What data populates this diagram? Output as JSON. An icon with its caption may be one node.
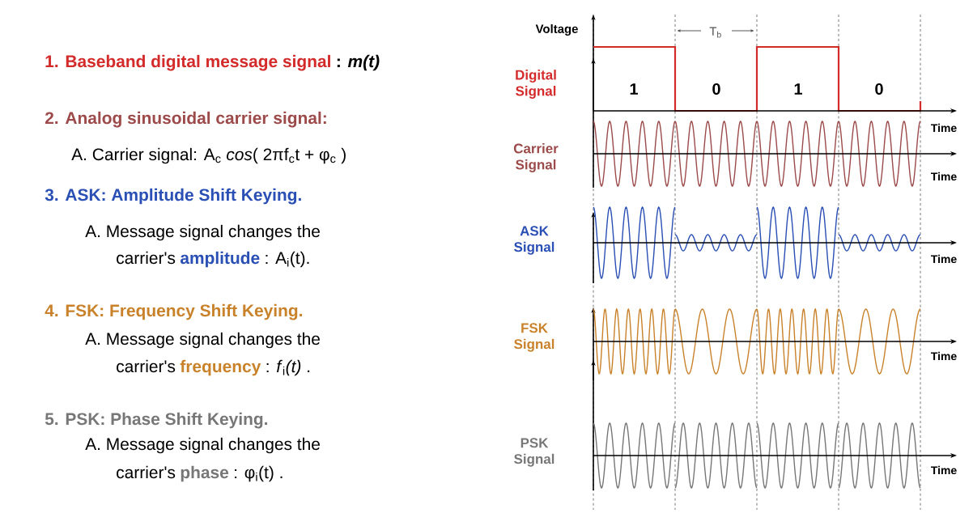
{
  "diagram": {
    "labels": [
      "1. Baseband digital message signal",
      ": *m(t)*",
      "2. Analog sinusoidal carrier signal:",
      "A. Carrier signal: A$_{c}$ *cos*( 2πf$_{c}$t + φ$_{c}$ )",
      "3. ASK: Amplitude Shift Keying.",
      "A. Message signal changes the",
      "carrier's",
      "amplitude",
      ": A$_{i}$(t).",
      "4. FSK: Frequency Shift Keying.",
      "A. Message signal changes the",
      "carrier's",
      "frequency",
      ": *f*$_{i}$*(t)* .",
      "5. PSK: Phase Shift Keying.",
      "A. Message signal changes the",
      "carrier's",
      "phase",
      ": φ$_{i}$(t) .",
      "Voltage",
      "T$_{b}$",
      "Digital Signal",
      "1",
      "0",
      "1",
      "0",
      "Time",
      "Carrier Signal",
      "Time",
      "ASK Signal",
      "Time",
      "FSK Signal",
      "Time",
      "PSK Signal",
      "Time"
    ]
  }
}
